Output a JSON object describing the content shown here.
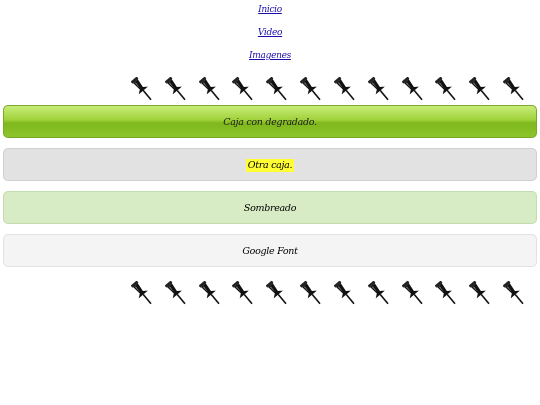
{
  "nav": {
    "items": [
      "Inicio",
      "Video",
      "Imagenes"
    ]
  },
  "pin_rows": [
    {
      "count": 12,
      "icon": "pushpin-icon"
    },
    {
      "count": 12,
      "icon": "pushpin-icon"
    }
  ],
  "boxes": {
    "gradient": "Caja con degradado.",
    "other": "Otra caja.",
    "shadow": "Sombreado",
    "google": "Google Font"
  },
  "colors": {
    "link": "#1a0dab",
    "gradient_light": "#c8ec7a",
    "gradient_dark": "#7fb81c",
    "highlight": "#ffff33",
    "shadow_box": "#d7ecc4"
  }
}
